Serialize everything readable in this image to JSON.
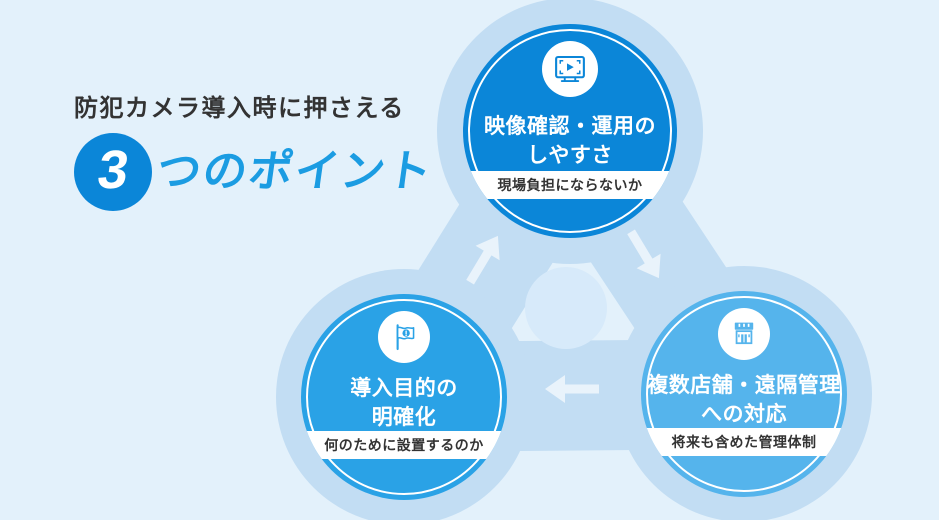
{
  "title": {
    "line1": "防犯カメラ導入時に押さえる",
    "number": "3",
    "line2_suffix": "つのポイント"
  },
  "palette": {
    "background": "#e3f1fb",
    "halo_blob": "#c2ddf3",
    "center_hub": "#d7eafa",
    "node_top_blue": "#0b86d8",
    "node_right_blue": "#55b4ec",
    "node_left_blue": "#2aa2e6",
    "title_accent_blue": "#1b9ce2",
    "text_dark": "#333333",
    "arrow_white": "#e9f3fb"
  },
  "nodes": [
    {
      "position": "top",
      "icon": "tv-play-icon",
      "heading": "映像確認・運用の\nしやすさ",
      "note": "現場負担にならないか",
      "color": "#0b86d8"
    },
    {
      "position": "bottom-right",
      "icon": "storefront-icon",
      "heading": "複数店舗・遠隔管理\nへの対応",
      "note": "将来も含めた管理体制",
      "color": "#55b4ec"
    },
    {
      "position": "bottom-left",
      "icon": "flag-icon",
      "heading": "導入目的の\n明確化",
      "note": "何のために設置するのか",
      "color": "#2aa2e6"
    }
  ],
  "arrows": [
    {
      "name": "arrow-left-to-top",
      "direction": "up-right"
    },
    {
      "name": "arrow-top-to-right",
      "direction": "down-right"
    },
    {
      "name": "arrow-right-to-left",
      "direction": "left"
    }
  ]
}
